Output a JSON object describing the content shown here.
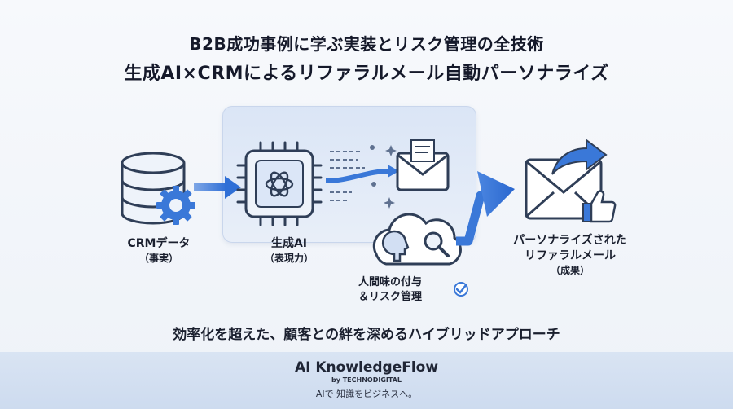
{
  "title": {
    "line1": "B2B成功事例に学ぶ実装とリスク管理の全技術",
    "line2": "生成AI×CRMによるリファラルメール自動パーソナライズ"
  },
  "nodes": {
    "crm": {
      "title": "CRMデータ",
      "sub": "（事実）",
      "icon": "database-gear-icon"
    },
    "ai": {
      "title": "生成AI",
      "sub": "（表現力）",
      "icon": "ai-chip-icon"
    },
    "human": {
      "line1": "人間味の付与",
      "line2": "＆リスク管理",
      "icon": "human-review-icon"
    },
    "result": {
      "line1": "パーソナライズされた",
      "line2": "リファラルメール",
      "sub": "（成果）",
      "icon": "mail-share-like-icon"
    }
  },
  "tagline": "効率化を超えた、顧客との絆を深めるハイブリッドアプローチ",
  "footer": {
    "brand": "AI KnowledgeFlow",
    "by": "by TECHNODIGITAL",
    "slogan": "AIで 知識をビジネスへ。"
  },
  "colors": {
    "accent": "#3a78d8",
    "icon_dark": "#2f3e57",
    "panel": "#dbe5f4"
  }
}
